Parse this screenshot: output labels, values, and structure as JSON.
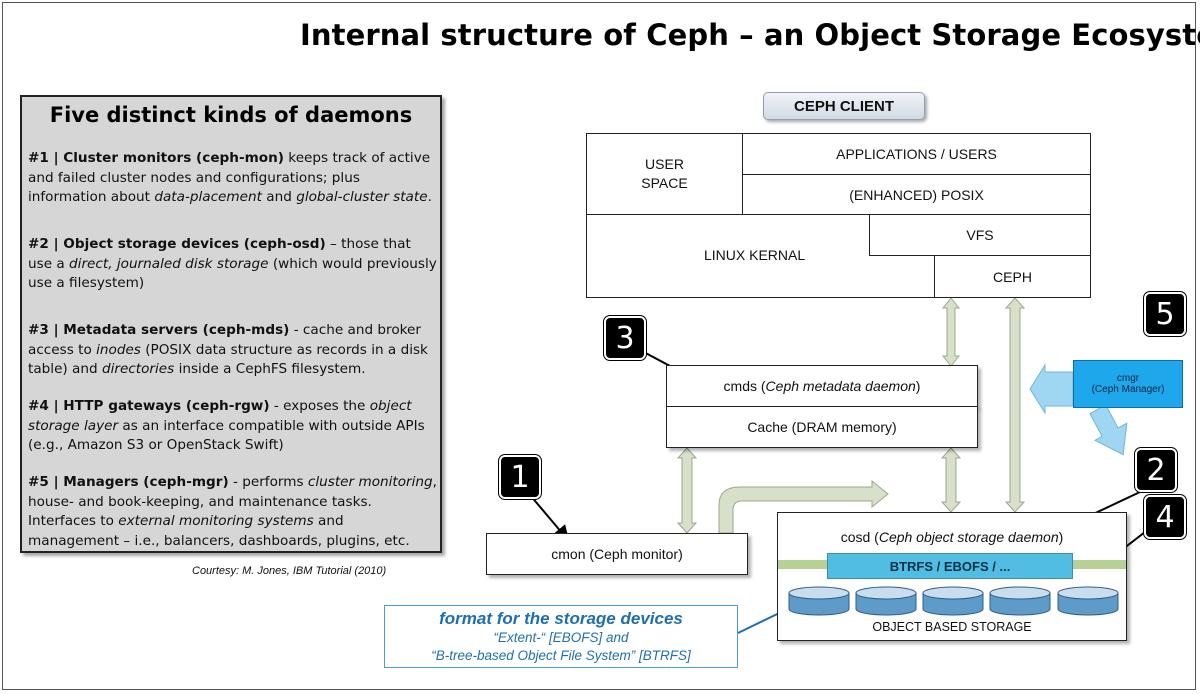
{
  "title": "Internal structure of Ceph – an Object Storage Ecosystem",
  "panel": {
    "heading": "Five distinct kinds of daemons",
    "daemons": [
      {
        "num": "#1 |",
        "name": "Cluster monitors (ceph-mon)",
        "parts": [
          {
            "t": " keeps track of active and failed cluster nodes and configurations; plus information about "
          },
          {
            "i": "data-placement"
          },
          {
            "t": " and "
          },
          {
            "i": "global-cluster state"
          },
          {
            "t": "."
          }
        ]
      },
      {
        "num": "#2 |",
        "name": "Object storage devices (ceph-osd)",
        "parts": [
          {
            "t": " – those that use a "
          },
          {
            "i": "direct, journaled disk storage"
          },
          {
            "t": " (which would previously use a filesystem)"
          }
        ]
      },
      {
        "num": "#3 |",
        "name": "Metadata servers (ceph-mds)",
        "parts": [
          {
            "t": " - cache and broker access to "
          },
          {
            "i": "inodes"
          },
          {
            "t": " (POSIX data structure as records in a disk table) and "
          },
          {
            "i": "directories"
          },
          {
            "t": " inside a CephFS filesystem."
          }
        ]
      },
      {
        "num": "#4 |",
        "name": "HTTP gateways (ceph-rgw)",
        "parts": [
          {
            "t": " - exposes the "
          },
          {
            "i": "object storage layer"
          },
          {
            "t": " as an interface compatible with outside APIs (e.g., Amazon S3 or OpenStack Swift)"
          }
        ]
      },
      {
        "num": "#5 |",
        "name": "Managers (ceph-mgr)",
        "parts": [
          {
            "t": " - performs "
          },
          {
            "i": "cluster monitoring"
          },
          {
            "t": ", house- and book-keeping, and maintenance tasks. Interfaces to "
          },
          {
            "i": "external monitoring systems"
          },
          {
            "t": " and management – i.e., balancers, dashboards, plugins, etc."
          }
        ]
      }
    ]
  },
  "courtesy": "Courtesy: M. Jones, IBM Tutorial (2010)",
  "client": {
    "label": "CEPH CLIENT",
    "user_space": "USER SPACE",
    "applications": "APPLICATIONS / USERS",
    "posix": "(ENHANCED) POSIX",
    "kernel": "LINUX KERNAL",
    "vfs": "VFS",
    "ceph": "CEPH"
  },
  "cmds": {
    "prefix": "cmds (",
    "italic": "Ceph metadata daemon",
    "suffix": ")",
    "cache": "Cache (DRAM memory)"
  },
  "cmon": "cmon (Ceph monitor)",
  "cosd": {
    "prefix": "cosd (",
    "italic": "Ceph object storage daemon",
    "suffix": ")",
    "btrfs": "BTRFS / EBOFS / ...",
    "storage_label": "OBJECT BASED STORAGE"
  },
  "cmgr": {
    "name": "cmgr",
    "full": "(Ceph Manager)"
  },
  "numbers": [
    "1",
    "2",
    "3",
    "4",
    "5"
  ],
  "format": {
    "title": "format for the storage devices",
    "line1": "“Extent-“ [EBOFS] and",
    "line2": "“B-tree-based Object File System” [BTRFS]"
  },
  "colors": {
    "connector": "#d7e0c9",
    "cmgr": "#1ea7ea",
    "btrfs": "#52bde2",
    "format_text": "#1f6fae",
    "green_bar": "#b7d094"
  }
}
